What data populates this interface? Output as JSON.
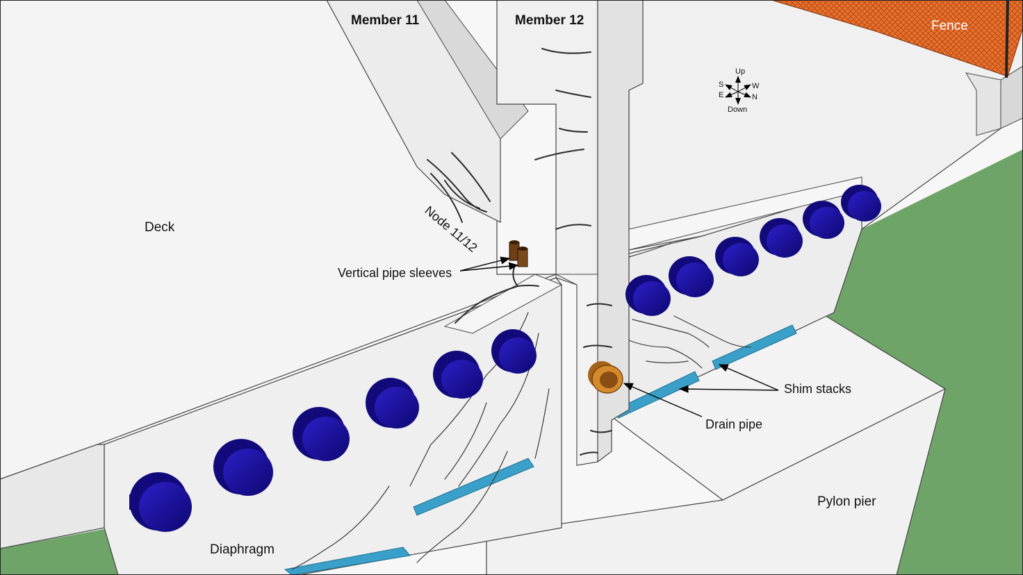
{
  "labels": {
    "member11": "Member 11",
    "member12": "Member 12",
    "fence": "Fence",
    "deck": "Deck",
    "node": "Node 11/12",
    "pipe_sleeves": "Vertical pipe sleeves",
    "shim_stacks": "Shim stacks",
    "drain_pipe": "Drain pipe",
    "pylon_pier": "Pylon pier",
    "diaphragm": "Diaphragm"
  },
  "compass": {
    "up": "Up",
    "down": "Down",
    "s": "S",
    "e": "E",
    "w": "W",
    "n": "N"
  },
  "colors": {
    "concrete": "#f2f2f2",
    "concrete_shade": "#dedede",
    "grass": "#6ea468",
    "bearing_pads": "#3aa0c9",
    "tendon_caps": "#1a0d9a",
    "drain_pipe": "#c8801f",
    "pipe_sleeves": "#7a4a1c",
    "fence": "#e0651f"
  }
}
